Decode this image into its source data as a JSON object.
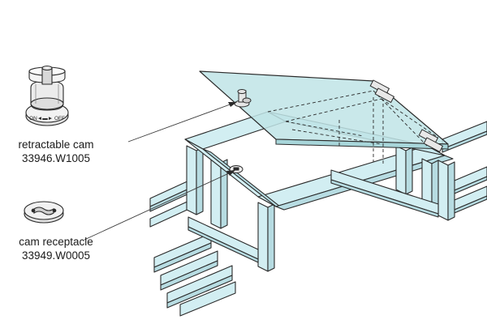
{
  "diagram": {
    "parts": [
      {
        "name": "retractable cam",
        "code": "33946.W1005"
      },
      {
        "name": "cam receptacle",
        "code": "33949.W0005"
      }
    ],
    "cam_marking": "ON◄▬► OFF",
    "colors": {
      "frame_fill": "#d2eef2",
      "panel_fill": "#bfe4e6",
      "stroke": "#2a2a2a",
      "part_fill": "#ececec"
    }
  }
}
